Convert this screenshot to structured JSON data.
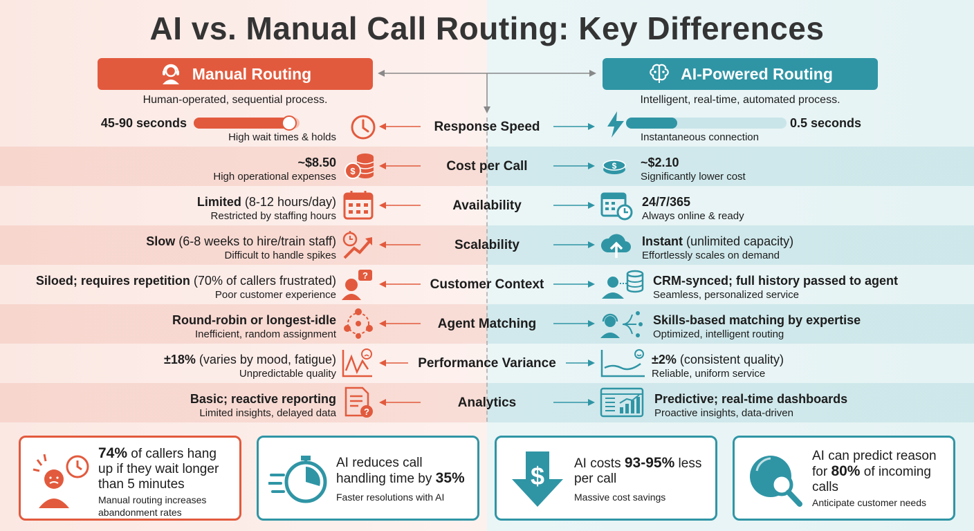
{
  "title": "AI vs. Manual Call Routing: Key Differences",
  "colors": {
    "manual": "#e25a3d",
    "ai": "#2f95a5"
  },
  "manual": {
    "label": "Manual Routing",
    "icon": "headset-agent-icon",
    "subtitle": "Human-operated, sequential process."
  },
  "ai": {
    "label": "AI-Powered Routing",
    "icon": "brain-circuit-icon",
    "subtitle": "Intelligent, real-time, automated process."
  },
  "speed_bar": {
    "manual_fill": 0.9,
    "ai_fill": 0.32
  },
  "rows": [
    {
      "label": "Response Speed",
      "manual": {
        "main": "45-90 seconds",
        "sub": "High wait times & holds",
        "icon": "clock-icon"
      },
      "ai": {
        "main": "0.5 seconds",
        "sub": "Instantaneous connection",
        "icon": "lightning-icon"
      }
    },
    {
      "label": "Cost per Call",
      "manual": {
        "main": "~$8.50",
        "sub": "High operational expenses",
        "icon": "coin-stack-icon"
      },
      "ai": {
        "main": "~$2.10",
        "sub": "Significantly lower cost",
        "icon": "coin-icon"
      }
    },
    {
      "label": "Availability",
      "manual": {
        "main_bold": "Limited",
        "main_rest": " (8-12 hours/day)",
        "sub": "Restricted by staffing hours",
        "icon": "calendar-icon"
      },
      "ai": {
        "main": "24/7/365",
        "sub": "Always online & ready",
        "icon": "calendar-clock-icon"
      }
    },
    {
      "label": "Scalability",
      "manual": {
        "main_bold": "Slow",
        "main_rest": " (6-8 weeks to hire/train staff)",
        "sub": "Difficult to handle spikes",
        "icon": "stopwatch-trend-icon"
      },
      "ai": {
        "main_bold": "Instant",
        "main_rest": " (unlimited capacity)",
        "sub": "Effortlessly scales on demand",
        "icon": "cloud-upload-icon"
      }
    },
    {
      "label": "Customer Context",
      "manual": {
        "main_bold": "Siloed; requires repetition",
        "main_rest": " (70% of callers frustrated)",
        "sub": "Poor customer experience",
        "icon": "confused-person-icon"
      },
      "ai": {
        "main": "CRM-synced; full history passed to agent",
        "sub": "Seamless, personalized service",
        "icon": "person-database-icon"
      }
    },
    {
      "label": "Agent Matching",
      "manual": {
        "main": "Round-robin or longest-idle",
        "sub": "Inefficient, random assignment",
        "icon": "round-robin-icon"
      },
      "ai": {
        "main": "Skills-based matching by expertise",
        "sub": "Optimized, intelligent routing",
        "icon": "agent-routing-icon"
      }
    },
    {
      "label": "Performance Variance",
      "manual": {
        "main_bold": "±18%",
        "main_rest": " (varies by mood, fatigue)",
        "sub": "Unpredictable quality",
        "icon": "volatile-chart-icon"
      },
      "ai": {
        "main_bold": "±2%",
        "main_rest": " (consistent quality)",
        "sub": "Reliable, uniform service",
        "icon": "steady-chart-icon"
      }
    },
    {
      "label": "Analytics",
      "manual": {
        "main": "Basic; reactive reporting",
        "sub": "Limited insights, delayed data",
        "icon": "document-question-icon"
      },
      "ai": {
        "main": "Predictive; real-time dashboards",
        "sub": "Proactive insights, data-driven",
        "icon": "dashboard-icon"
      }
    }
  ],
  "cards": [
    {
      "head_bold": "74%",
      "head_rest": " of callers hang up if they wait longer than 5 minutes",
      "sub": "Manual routing increases abandonment rates",
      "icon": "angry-caller-clock-icon"
    },
    {
      "head_pre": "AI reduces call handling time by ",
      "head_bold": "35%",
      "sub": "Faster resolutions with AI",
      "icon": "fast-stopwatch-icon"
    },
    {
      "head_pre": "AI costs ",
      "head_bold": "93-95%",
      "head_rest": " less per call",
      "sub": "Massive cost savings",
      "icon": "dollar-down-arrow-icon"
    },
    {
      "head_pre": "AI can predict reason for ",
      "head_bold": "80%",
      "head_rest": " of incoming calls",
      "sub": "Anticipate customer needs",
      "icon": "crystal-ball-magnifier-icon"
    }
  ]
}
